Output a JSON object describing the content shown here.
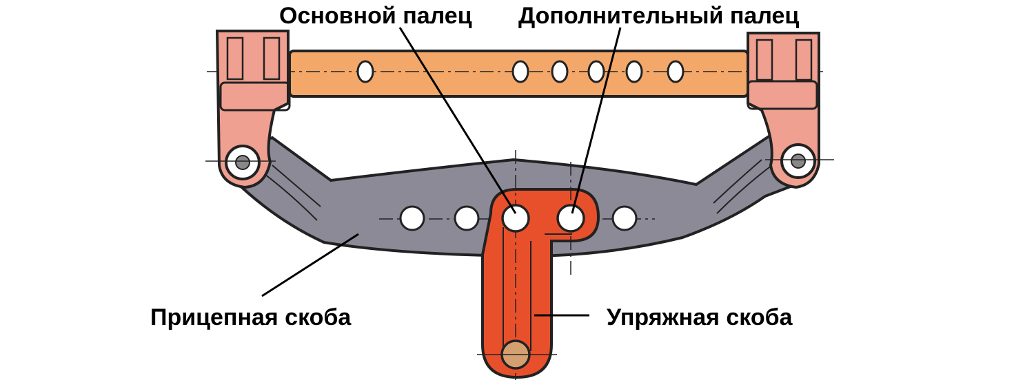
{
  "labels": {
    "main_pin": "Основной палец",
    "extra_pin": "Дополнительный палец",
    "drawbar": "Прицепная скоба",
    "harness": "Упряжная скоба"
  },
  "colors": {
    "crossbar": "#f3a86a",
    "brackets": "#f0a090",
    "drawbar": "#8c8a96",
    "harness": "#e8502c",
    "outline": "#222222",
    "background": "#ffffff"
  }
}
